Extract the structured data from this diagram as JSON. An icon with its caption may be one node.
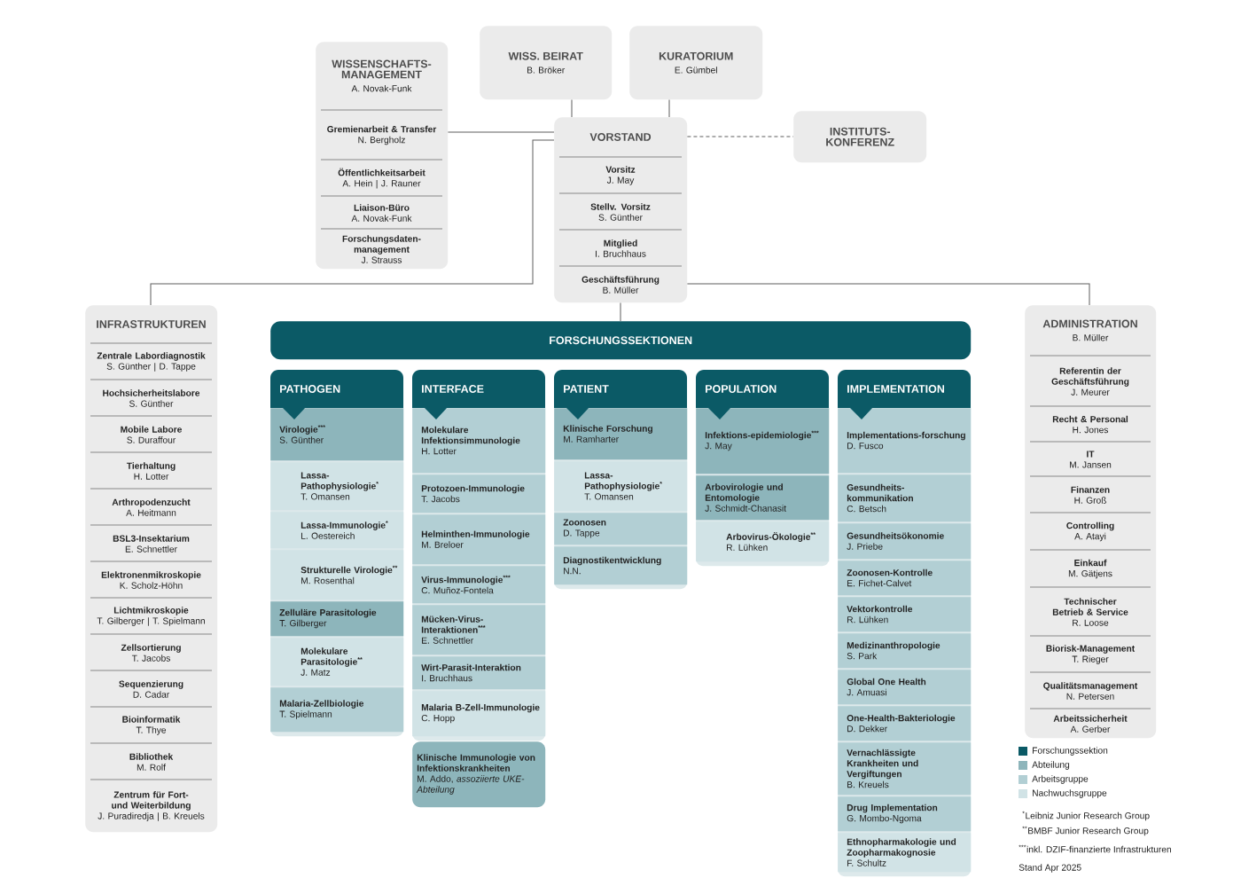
{
  "diagram": {
    "nodes": [
      {
        "text": [
          "WISSENSCHAFTS-MANAGEMENT",
          "A. Novak-Funk",
          "Gremienarbeit & Transfer",
          "N. Bergholz",
          "Öffentlichkeitsarbeit",
          "A. Hein | J. Rauner",
          "Liaison-Büro",
          "A. Novak-Funk",
          "Forschungsdaten-management",
          "J. Strauss"
        ]
      },
      {
        "text": [
          "WISS. BEIRAT",
          "B. Bröker"
        ]
      },
      {
        "text": [
          "KURATORIUM",
          "E. Gümbel"
        ]
      },
      {
        "text": [
          "VORSTAND",
          "Vorsitz",
          "J. May",
          "Stellv. Vorsitz",
          "S. Günther",
          "Mitglied",
          "I. Bruchhaus",
          "Geschäftsführung",
          "B. Müller"
        ]
      },
      {
        "text": [
          "INSTITUTS-KONFERENZ"
        ]
      },
      {
        "text": [
          "INFRASTRUKTUREN",
          "Zentrale Labordiagnostik",
          "S. Günther | D. Tappe",
          "Hochsicherheitslabore",
          "S. Günther",
          "Mobile Labore",
          "S. Duraffour",
          "Tierhaltung",
          "H. Lotter",
          "Arthropodenzucht",
          "A. Heitmann",
          "BSL3-Insektarium",
          "E. Schnettler",
          "Elektronenmikroskopie",
          "K. Scholz-Höhn",
          "Lichtmikroskopie",
          "T. Gilberger | T. Spielmann",
          "Zellsortierung",
          "T. Jacobs",
          "Sequenzierung",
          "D. Cadar",
          "Bioinformatik",
          "T. Thye",
          "Bibliothek",
          "M. Rolf",
          "Zentrum für Fort- und Weiterbildung",
          "J. Puradiredja | B. Kreuels"
        ]
      },
      {
        "text": [
          "FORSCHUNGSSEKTIONEN"
        ]
      },
      {
        "text": [
          "PATHOGEN"
        ]
      },
      {
        "text": [
          "Virologie$^{***}$",
          "S. Günther"
        ],
        "in": 7
      },
      {
        "text": [
          "Lassa-Pathophysiologie$^{*}$",
          "T. Omansen"
        ],
        "in": 7
      },
      {
        "text": [
          "Lassa-Immunologie$^{*}$",
          "L. Oestereich"
        ],
        "in": 7
      },
      {
        "text": [
          "Strukturelle Virologie$^{**}$",
          "M. Rosenthal"
        ],
        "in": 7
      },
      {
        "text": [
          "Zelluläre Parasitologie",
          "T. Gilberger"
        ],
        "in": 7
      },
      {
        "text": [
          "Molekulare Parasitologie$^{**}$",
          "J. Matz"
        ],
        "in": 7
      },
      {
        "text": [
          "Malaria-Zellbiologie",
          "T. Spielmann"
        ],
        "in": 7
      },
      {
        "text": [
          "INTERFACE"
        ]
      },
      {
        "text": [
          "Molekulare Infektionsimmunologie",
          "H. Lotter"
        ],
        "in": 15
      },
      {
        "text": [
          "Protozoen-Immunologie",
          "T. Jacobs"
        ],
        "in": 15
      },
      {
        "text": [
          "Helminthen-Immunologie",
          "M. Breloer"
        ],
        "in": 15
      },
      {
        "text": [
          "Virus-Immunologie$^{***}$",
          "C. Muñoz-Fontela"
        ],
        "in": 15
      },
      {
        "text": [
          "Mücken-Virus-Interaktionen$^{***}$",
          "E. Schnettler"
        ],
        "in": 15
      },
      {
        "text": [
          "Wirt-Parasit-Interaktion",
          "I. Bruchhaus"
        ],
        "in": 15
      },
      {
        "text": [
          "Malaria B-Zell-Immunologie",
          "C. Hopp"
        ],
        "in": 15
      },
      {
        "text": [
          "Klinische Immunologie von Infektionskrankheiten",
          "M. Addo, *assoziierte UKE-Abteilung*"
        ]
      },
      {
        "text": [
          "PATIENT"
        ]
      },
      {
        "text": [
          "Klinische Forschung",
          "M. Ramharter"
        ],
        "in": 24
      },
      {
        "text": [
          "Lassa-Pathophysiologie$^{*}$",
          "T. Omansen"
        ],
        "in": 24
      },
      {
        "text": [
          "Zoonosen",
          "D. Tappe"
        ],
        "in": 24
      },
      {
        "text": [
          "Diagnostikentwicklung",
          "N.N."
        ],
        "in": 24
      },
      {
        "text": [
          "POPULATION"
        ]
      },
      {
        "text": [
          "Infektions-epidemiologie$^{***}$",
          "J. May"
        ],
        "in": 29
      },
      {
        "text": [
          "Arbovirologie und Entomologie",
          "J. Schmidt-Chanasit"
        ],
        "in": 29
      },
      {
        "text": [
          "Arbovirus-Ökologie$^{**}$",
          "R. Lühken"
        ],
        "in": 29
      },
      {
        "text": [
          "IMPLEMENTATION"
        ]
      },
      {
        "text": [
          "Implementations-forschung",
          "D. Fusco"
        ],
        "in": 33
      },
      {
        "text": [
          "Gesundheits-kommunikation",
          "C. Betsch"
        ],
        "in": 33
      },
      {
        "text": [
          "Gesundheitsökonomie",
          "J. Priebe"
        ],
        "in": 33
      },
      {
        "text": [
          "Zoonosen-Kontrolle",
          "E. Fichet-Calvet"
        ],
        "in": 33
      },
      {
        "text": [
          "Vektorkontrolle",
          "R. Lühken"
        ],
        "in": 33
      },
      {
        "text": [
          "Medizinanthropologie",
          "S. Park"
        ],
        "in": 33
      },
      {
        "text": [
          "Global One Health",
          "J. Amuasi"
        ],
        "in": 33
      },
      {
        "text": [
          "One-Health-Bakteriologie",
          "D. Dekker"
        ],
        "in": 33
      },
      {
        "text": [
          "Vernachlässigte Krankheiten und Vergiftungen",
          "B. Kreuels"
        ],
        "in": 33
      },
      {
        "text": [
          "Drug Implementation",
          "G. Mombo-Ngoma"
        ],
        "in": 33
      },
      {
        "text": [
          "Ethnopharmakologie und Zoopharmakognosie",
          "F. Schultz"
        ],
        "in": 33
      },
      {
        "text": [
          "ADMINISTRATION",
          "B. Müller",
          "Referentin der Geschäftsführung",
          "J. Meurer",
          "Recht & Personal",
          "H. Jones",
          "IT",
          "M. Jansen",
          "Finanzen",
          "H. Groß",
          "Controlling",
          "A. Atayi",
          "Einkauf",
          "M. Gätjens",
          "Technischer Betrieb & Service",
          "R. Loose",
          "Biorisk-Management",
          "T. Rieger",
          "Qualitätsmanagement",
          "N. Petersen",
          "Arbeitssicherheit",
          "A. Gerber"
        ]
      }
    ],
    "edges": [
      {
        "from": 1,
        "to": 3,
        "arrow": "none"
      },
      {
        "from": 2,
        "to": 3,
        "arrow": "none"
      },
      {
        "from": 0,
        "to": 3,
        "arrow": "none"
      },
      {
        "from": 3,
        "to": 4,
        "arrow": "none",
        "style": "dashed"
      },
      {
        "from": 3,
        "to": 5,
        "arrow": "none"
      },
      {
        "from": 3,
        "to": 45,
        "arrow": "none"
      },
      {
        "from": 3,
        "to": 6,
        "arrow": "none"
      }
    ],
    "labels": [
      "$^{*}$Leibniz Junior Research Group",
      "$^{**}$BMBF Junior Research Group",
      "$^{***}$inkl. DZIF-finanzierte Infrastrukturen",
      "Stand Apr 2025"
    ],
    "legend": [
      {
        "text": "Forschungssektion",
        "color": "#0b5a66"
      },
      {
        "text": "Abteilung",
        "color": "#8db5bb"
      },
      {
        "text": "Arbeitsgruppe",
        "color": "#b2cfd4"
      },
      {
        "text": "Nachwuchsgruppe",
        "color": "#d1e3e6"
      }
    ]
  }
}
